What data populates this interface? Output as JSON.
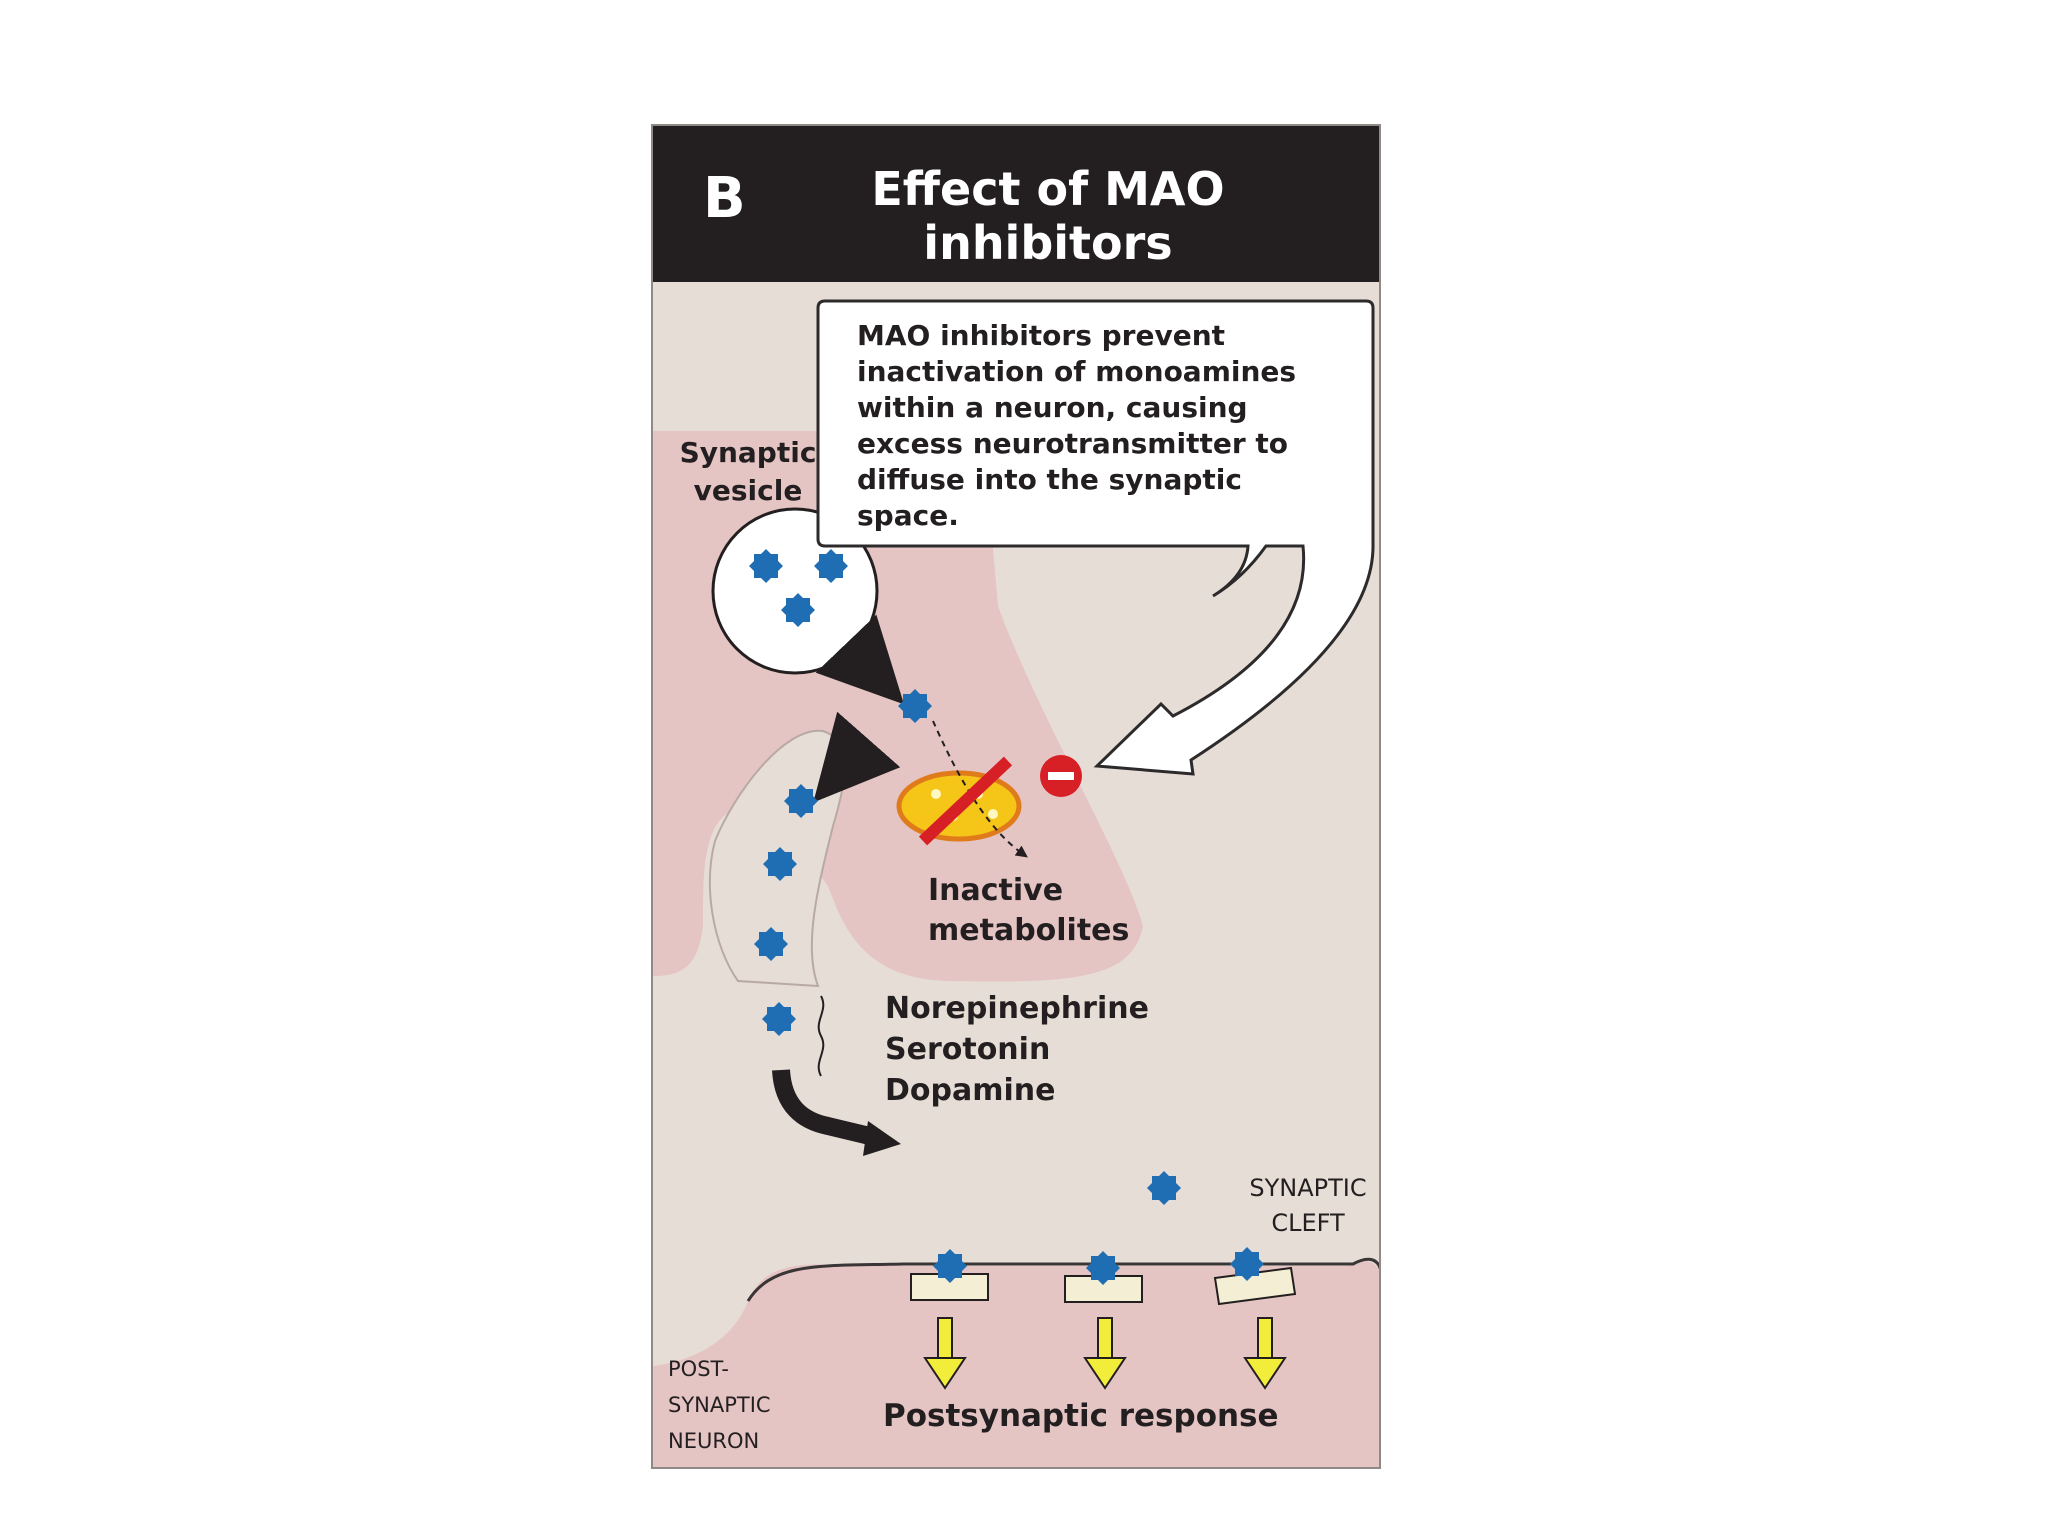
{
  "panel_letter": "B",
  "title": "Effect of MAO inhibitors",
  "callout": "MAO inhibitors prevent inactivation of monoamines within a neuron, causing excess neurotransmitter to diffuse into the synaptic space.",
  "vesicle_label": "Synaptic vesicle",
  "metabolites_label": "Inactive metabolites",
  "neurotransmitters": [
    "Norepinephrine",
    "Serotonin",
    "Dopamine"
  ],
  "cleft_label": "SYNAPTIC CLEFT",
  "postsynaptic_neuron_label": "POST-SYNAPTIC NEURON",
  "response_label": "Postsynaptic response",
  "colors": {
    "background": "#e6ded6",
    "header": "#231f20",
    "neuron": "#e5c4c4",
    "neurotransmitter": "#1f6db3",
    "mao": "#f5c518",
    "inhibitor": "#d71f26",
    "response_arrow": "#f2ec3a"
  }
}
